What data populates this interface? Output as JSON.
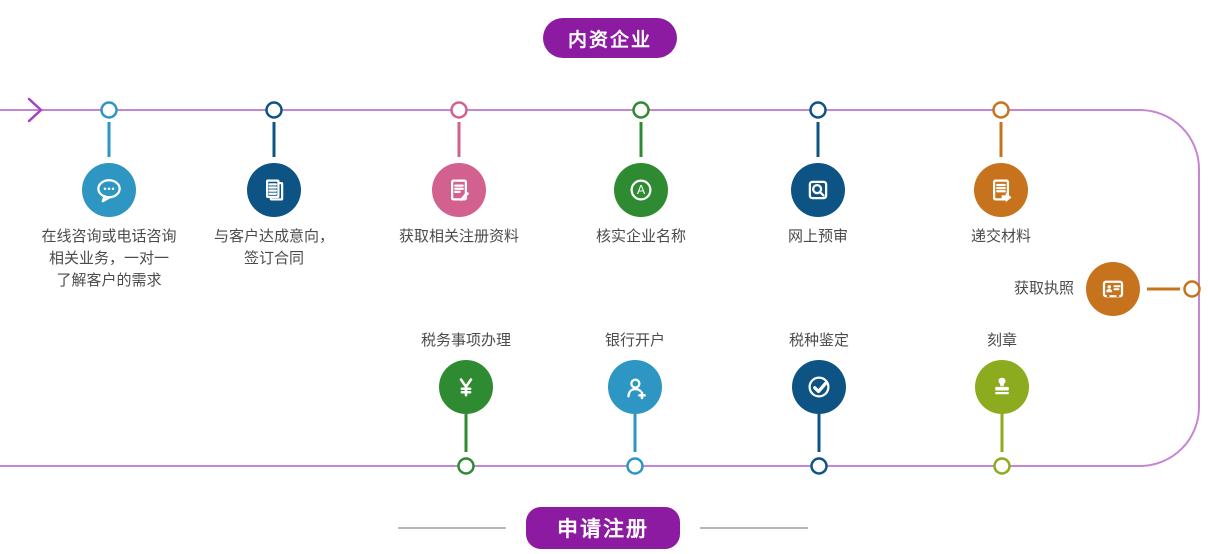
{
  "banners": {
    "top": "内资企业",
    "bottom": "申请注册"
  },
  "colors": {
    "accent_purple": "#8c1ba1",
    "line_purple": "#c586d4",
    "arrow_purple": "#a53fc5",
    "divider_gray": "#9e9e9e",
    "label_text": "#4b4b4b",
    "light_blue": "#2e96c2",
    "navy_blue": "#0d5484",
    "pink": "#d2618f",
    "green": "#2e8b31",
    "orange": "#c7731e",
    "olive": "#8cab1e"
  },
  "steps": [
    {
      "id": "consult",
      "label": "在线咨询或电话咨询\n相关业务，一对一\n了解客户的需求",
      "icon": "chat-icon",
      "color": "#2e96c2"
    },
    {
      "id": "contract",
      "label": "与客户达成意向，\n签订合同",
      "icon": "documents-icon",
      "color": "#0d5484"
    },
    {
      "id": "materials",
      "label": "获取相关注册资料",
      "icon": "document-edit-icon",
      "color": "#d2618f"
    },
    {
      "id": "verify-name",
      "label": "核实企业名称",
      "icon": "a-badge-icon",
      "color": "#2e8b31"
    },
    {
      "id": "online-review",
      "label": "网上预审",
      "icon": "document-search-icon",
      "color": "#0d5484"
    },
    {
      "id": "submit-materials",
      "label": "递交材料",
      "icon": "document-submit-icon",
      "color": "#c7731e"
    },
    {
      "id": "get-license",
      "label": "获取执照",
      "icon": "license-icon",
      "color": "#c7731e"
    },
    {
      "id": "seal-carving",
      "label": "刻章",
      "icon": "stamp-icon",
      "color": "#8cab1e"
    },
    {
      "id": "tax-type",
      "label": "税种鉴定",
      "icon": "check-circle-icon",
      "color": "#0d5484"
    },
    {
      "id": "bank-account",
      "label": "银行开户",
      "icon": "person-add-icon",
      "color": "#2e96c2"
    },
    {
      "id": "tax-affairs",
      "label": "税务事项办理",
      "icon": "yen-icon",
      "color": "#2e8b31"
    }
  ]
}
